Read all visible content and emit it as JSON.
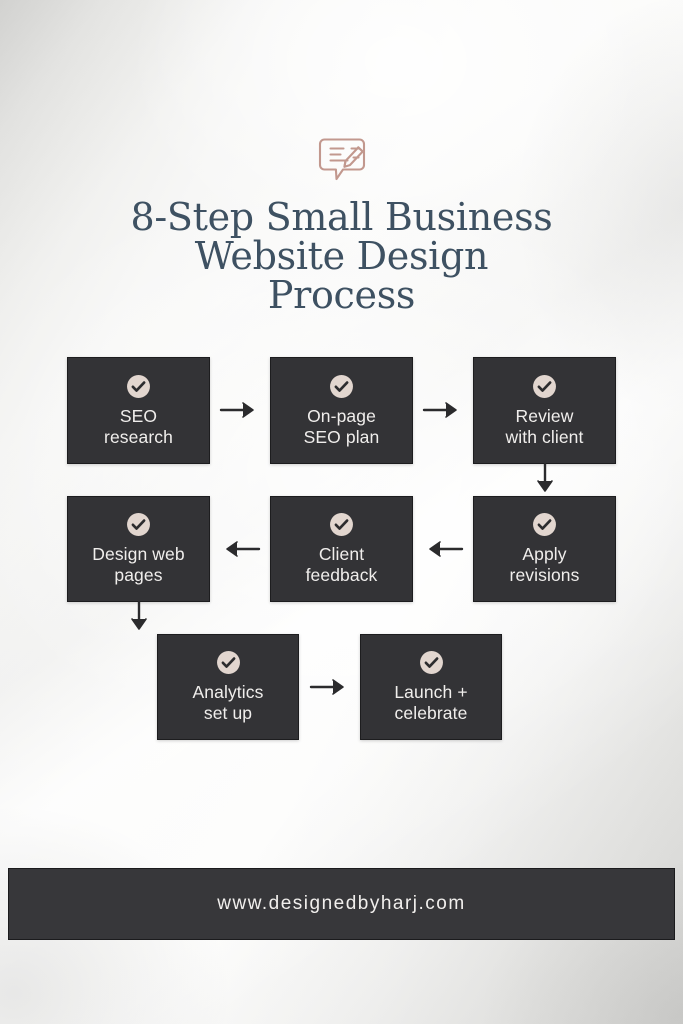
{
  "header": {
    "icon": "speech-bubble-pencil-icon",
    "icon_color": "#c2988e",
    "title_lines": [
      "8-Step Small Business",
      "Website Design",
      "Process"
    ],
    "title_color": "#3e5162"
  },
  "theme": {
    "box_bg": "#333336",
    "box_text": "#f0eeec",
    "check_circle": "#e2d6cf",
    "check_mark": "#2c2c2e",
    "arrow_color": "#2b2b2d",
    "footer_bg": "#37373a",
    "background": "#f7f7f6"
  },
  "flow": {
    "step_icon": "check-circle-icon",
    "steps": [
      {
        "index": 1,
        "label_lines": [
          "SEO",
          "research"
        ]
      },
      {
        "index": 2,
        "label_lines": [
          "On-page",
          "SEO plan"
        ]
      },
      {
        "index": 3,
        "label_lines": [
          "Review",
          "with client"
        ]
      },
      {
        "index": 4,
        "label_lines": [
          "Apply",
          "revisions"
        ]
      },
      {
        "index": 5,
        "label_lines": [
          "Client",
          "feedback"
        ]
      },
      {
        "index": 6,
        "label_lines": [
          "Design web",
          "pages"
        ]
      },
      {
        "index": 7,
        "label_lines": [
          "Analytics",
          "set up"
        ]
      },
      {
        "index": 8,
        "label_lines": [
          "Launch +",
          "celebrate"
        ]
      }
    ],
    "connectors": [
      {
        "from": 1,
        "to": 2,
        "direction": "right"
      },
      {
        "from": 2,
        "to": 3,
        "direction": "right"
      },
      {
        "from": 3,
        "to": 4,
        "direction": "down"
      },
      {
        "from": 4,
        "to": 5,
        "direction": "left"
      },
      {
        "from": 5,
        "to": 6,
        "direction": "left"
      },
      {
        "from": 6,
        "to": 7,
        "direction": "down"
      },
      {
        "from": 7,
        "to": 8,
        "direction": "right"
      }
    ]
  },
  "footer": {
    "url": "www.designedbyharj.com"
  }
}
